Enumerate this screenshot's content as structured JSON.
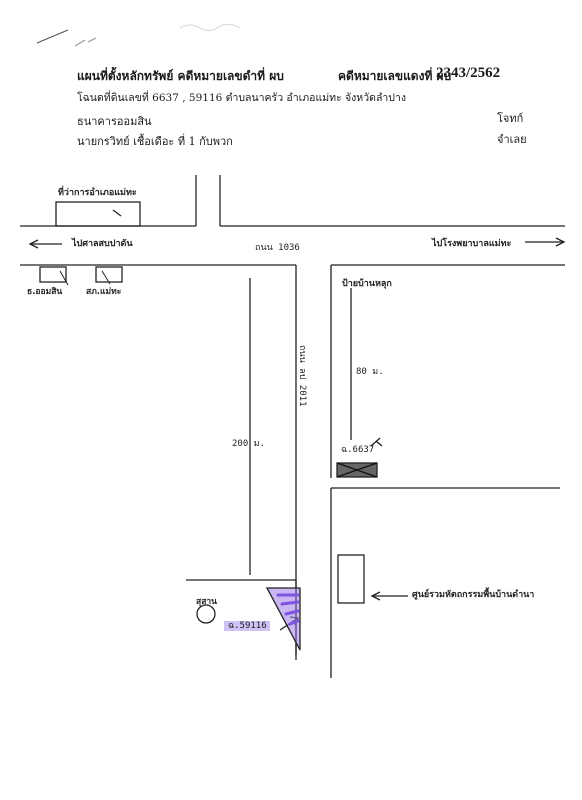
{
  "header": {
    "title_left": "แผนที่ตั้งหลักทรัพย์  คดีหมายเลขดำที่ ผบ",
    "title_right_prefix": "คดีหมายเลขแดงที่ ผบ",
    "case_number": "2343/2562",
    "deed_line": "โฉนดที่ดินเลขที่  6637 , 59116  ตำบลนาครัว   อำเภอแม่ทะ  จังหวัดลำปาง",
    "plaintiff": "ธนาคารออมสิน",
    "plaintiff_role": "โจทก์",
    "defendant": "นายกรวิทย์   เชื้อเดือะ  ที่ 1 กับพวก",
    "defendant_role": "จำเลย"
  },
  "map": {
    "district_office": "ที่ว่าการอำเภอแม่ทะ",
    "to_left": "ไปศาลสบปาดัน",
    "road_main": "ถนน 1036",
    "to_right": "ไปโรงพยาบาลแม่ทะ",
    "bank_branch": "ธ.ออมสิน",
    "sk_office": "สภ.แม่ทะ",
    "village_sign": "ป้ายบ้านหลุก",
    "road_side": "ถนน ลป 2011",
    "dist_80": "80 ม.",
    "dist_200": "200 ม.",
    "deed_6637": "ฉ.6637",
    "cemetery": "สุสาน",
    "deed_59116": "ฉ.59116",
    "center": "ศูนย์รวมหัตถกรรมพื้นบ้านดำนา"
  },
  "colors": {
    "ink": "#1a1a1a",
    "highlight": "#9b7be6",
    "marker": "#7d55e0"
  }
}
